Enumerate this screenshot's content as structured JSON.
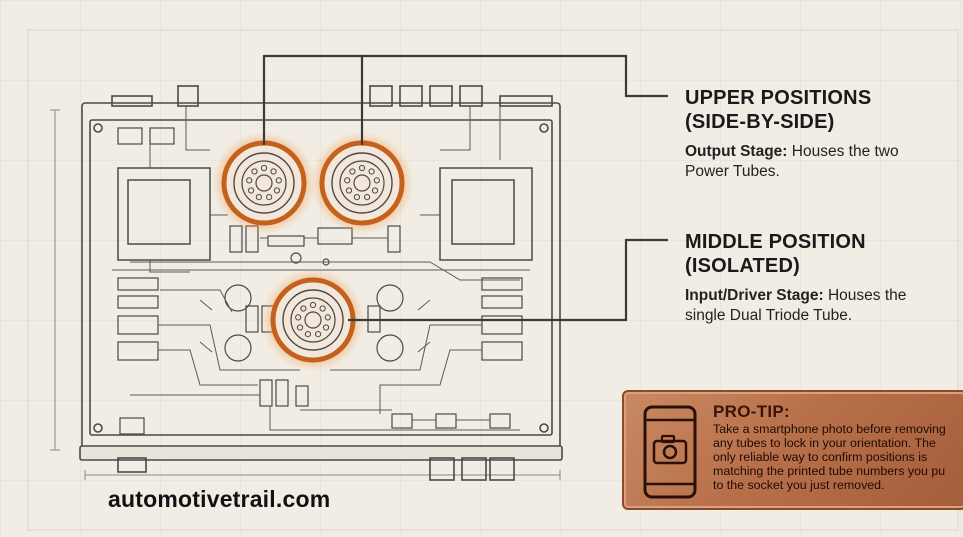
{
  "callouts": {
    "upper": {
      "heading_line1": "UPPER POSITIONS",
      "heading_line2": "(SIDE-BY-SIDE)",
      "body_bold": "Output Stage:",
      "body_rest": " Houses the two",
      "body_line2": "Power Tubes."
    },
    "middle": {
      "heading_line1": "MIDDLE POSITION",
      "heading_line2": "(ISOLATED)",
      "body_bold": "Input/Driver Stage:",
      "body_rest": " Houses the",
      "body_line2": "single Dual Triode Tube."
    }
  },
  "protip": {
    "title": "PRO-TIP:",
    "text": "Take a smartphone photo before removing\nany tubes to lock in your orientation. The\nonly reliable way to confirm positions is\nmatching the printed tube numbers you pu\nto the socket you just removed.",
    "icon": "camera-phone-icon"
  },
  "watermark": "automotivetrail.com",
  "colors": {
    "background": "#f1ede4",
    "line": "#4a4a4a",
    "tube_glow": "#e07a2c",
    "tube_ring": "#c4611c",
    "protip_bg": "#b8704a"
  }
}
